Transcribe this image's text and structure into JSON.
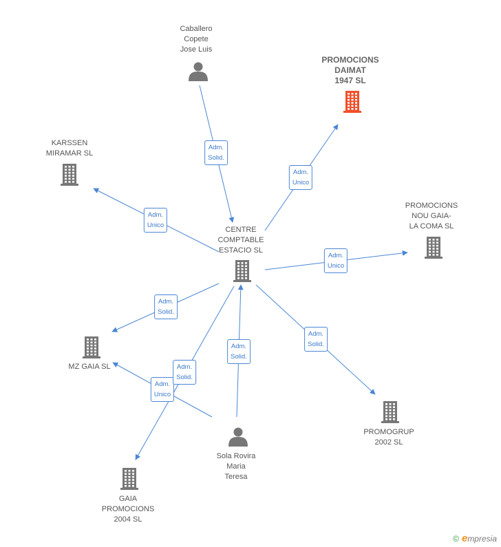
{
  "colors": {
    "edge": "#4a86d4",
    "company": "#777777",
    "person": "#777777",
    "highlight": "#f0502a"
  },
  "nodes": [
    {
      "id": "centre",
      "type": "company",
      "label_lines": [
        "CENTRE",
        "COMPTABLE",
        "ESTACIO SL"
      ],
      "highlight": false
    },
    {
      "id": "caballero",
      "type": "person",
      "label_lines": [
        "Caballero",
        "Copete",
        "Jose Luis"
      ],
      "highlight": false
    },
    {
      "id": "daimat",
      "type": "company",
      "label_lines": [
        "PROMOCIONS",
        "DAIMAT",
        "1947 SL"
      ],
      "highlight": true
    },
    {
      "id": "karssen",
      "type": "company",
      "label_lines": [
        "KARSSEN",
        "MIRAMAR SL"
      ],
      "highlight": false
    },
    {
      "id": "nougaia",
      "type": "company",
      "label_lines": [
        "PROMOCIONS",
        "NOU GAIA-",
        "LA COMA SL"
      ],
      "highlight": false
    },
    {
      "id": "mzgaia",
      "type": "company",
      "label_lines": [
        "MZ GAIA SL"
      ],
      "highlight": false
    },
    {
      "id": "promogrup",
      "type": "company",
      "label_lines": [
        "PROMOGRUP",
        "2002 SL"
      ],
      "highlight": false
    },
    {
      "id": "sola",
      "type": "person",
      "label_lines": [
        "Sola Rovira",
        "Maria",
        "Teresa"
      ],
      "highlight": false
    },
    {
      "id": "gaia2004",
      "type": "company",
      "label_lines": [
        "GAIA",
        "PROMOCIONS",
        "2004 SL"
      ],
      "highlight": false
    }
  ],
  "edges": [
    {
      "from": "caballero",
      "to": "centre",
      "label_lines": [
        "Adm.",
        "Solid."
      ]
    },
    {
      "from": "centre",
      "to": "daimat",
      "label_lines": [
        "Adm.",
        "Unico"
      ]
    },
    {
      "from": "centre",
      "to": "karssen",
      "label_lines": [
        "Adm.",
        "Unico"
      ]
    },
    {
      "from": "centre",
      "to": "nougaia",
      "label_lines": [
        "Adm.",
        "Unico"
      ]
    },
    {
      "from": "centre",
      "to": "mzgaia",
      "label_lines": [
        "Adm.",
        "Solid."
      ]
    },
    {
      "from": "centre",
      "to": "promogrup",
      "label_lines": [
        "Adm.",
        "Solid."
      ]
    },
    {
      "from": "sola",
      "to": "centre",
      "label_lines": [
        "Adm.",
        "Solid."
      ]
    },
    {
      "from": "sola",
      "to": "mzgaia",
      "label_lines": [
        "Adm.",
        "Unico"
      ]
    },
    {
      "from": "centre",
      "to": "gaia2004",
      "label_lines": [
        "Adm.",
        "Solid."
      ]
    }
  ],
  "footer": {
    "copyright": "©",
    "brand_initial": "e",
    "brand_rest": "mpresia"
  }
}
